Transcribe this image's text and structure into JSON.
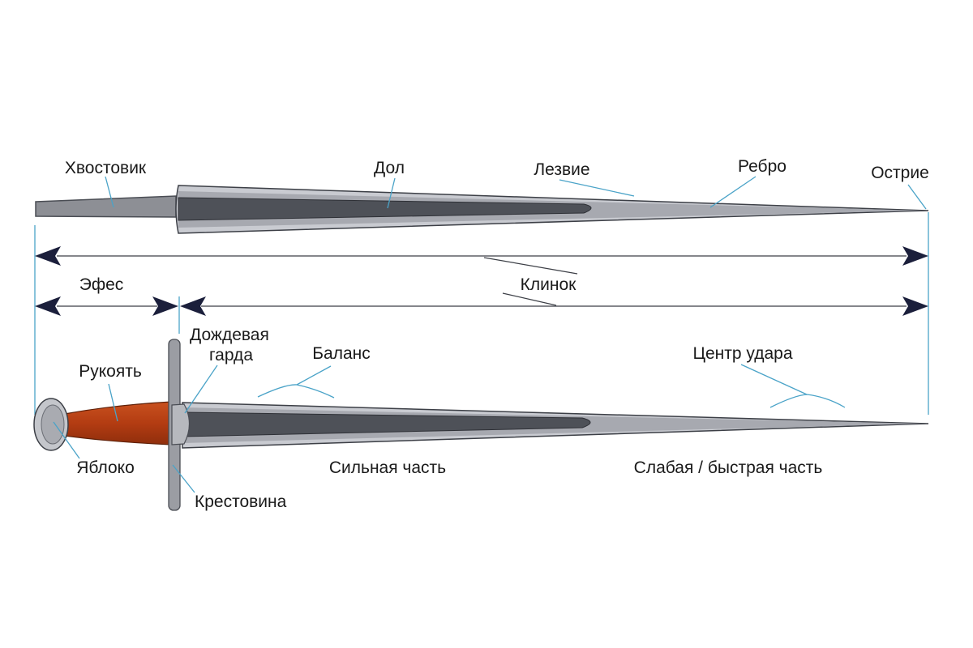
{
  "colors": {
    "leader": "#4aa3c8",
    "dimension": "#1b1f3b",
    "blade_outer": "#c9cbd1",
    "blade_mid": "#a7a9b0",
    "fuller": "#4e5158",
    "tang": "#8d8f95",
    "grip": "#b33c12",
    "pommel": "#c4c6cb",
    "guard": "#9b9da3",
    "outline": "#3c3f46"
  },
  "top_sword": {
    "labels": {
      "tang": "Хвостовик",
      "fuller": "Дол",
      "edge": "Лезвие",
      "rib": "Ребро",
      "point": "Острие"
    }
  },
  "dimensions": {
    "blade_total": "Клинок",
    "hilt": "Эфес"
  },
  "bottom_sword": {
    "labels": {
      "rain_guard_line1": "Дождевая",
      "rain_guard_line2": "гарда",
      "grip": "Рукоять",
      "balance": "Баланс",
      "center_of_percussion": "Центр удара",
      "pommel": "Яблоко",
      "strong_part": "Сильная часть",
      "weak_part": "Слабая / быстрая часть",
      "crossguard": "Крестовина"
    }
  }
}
